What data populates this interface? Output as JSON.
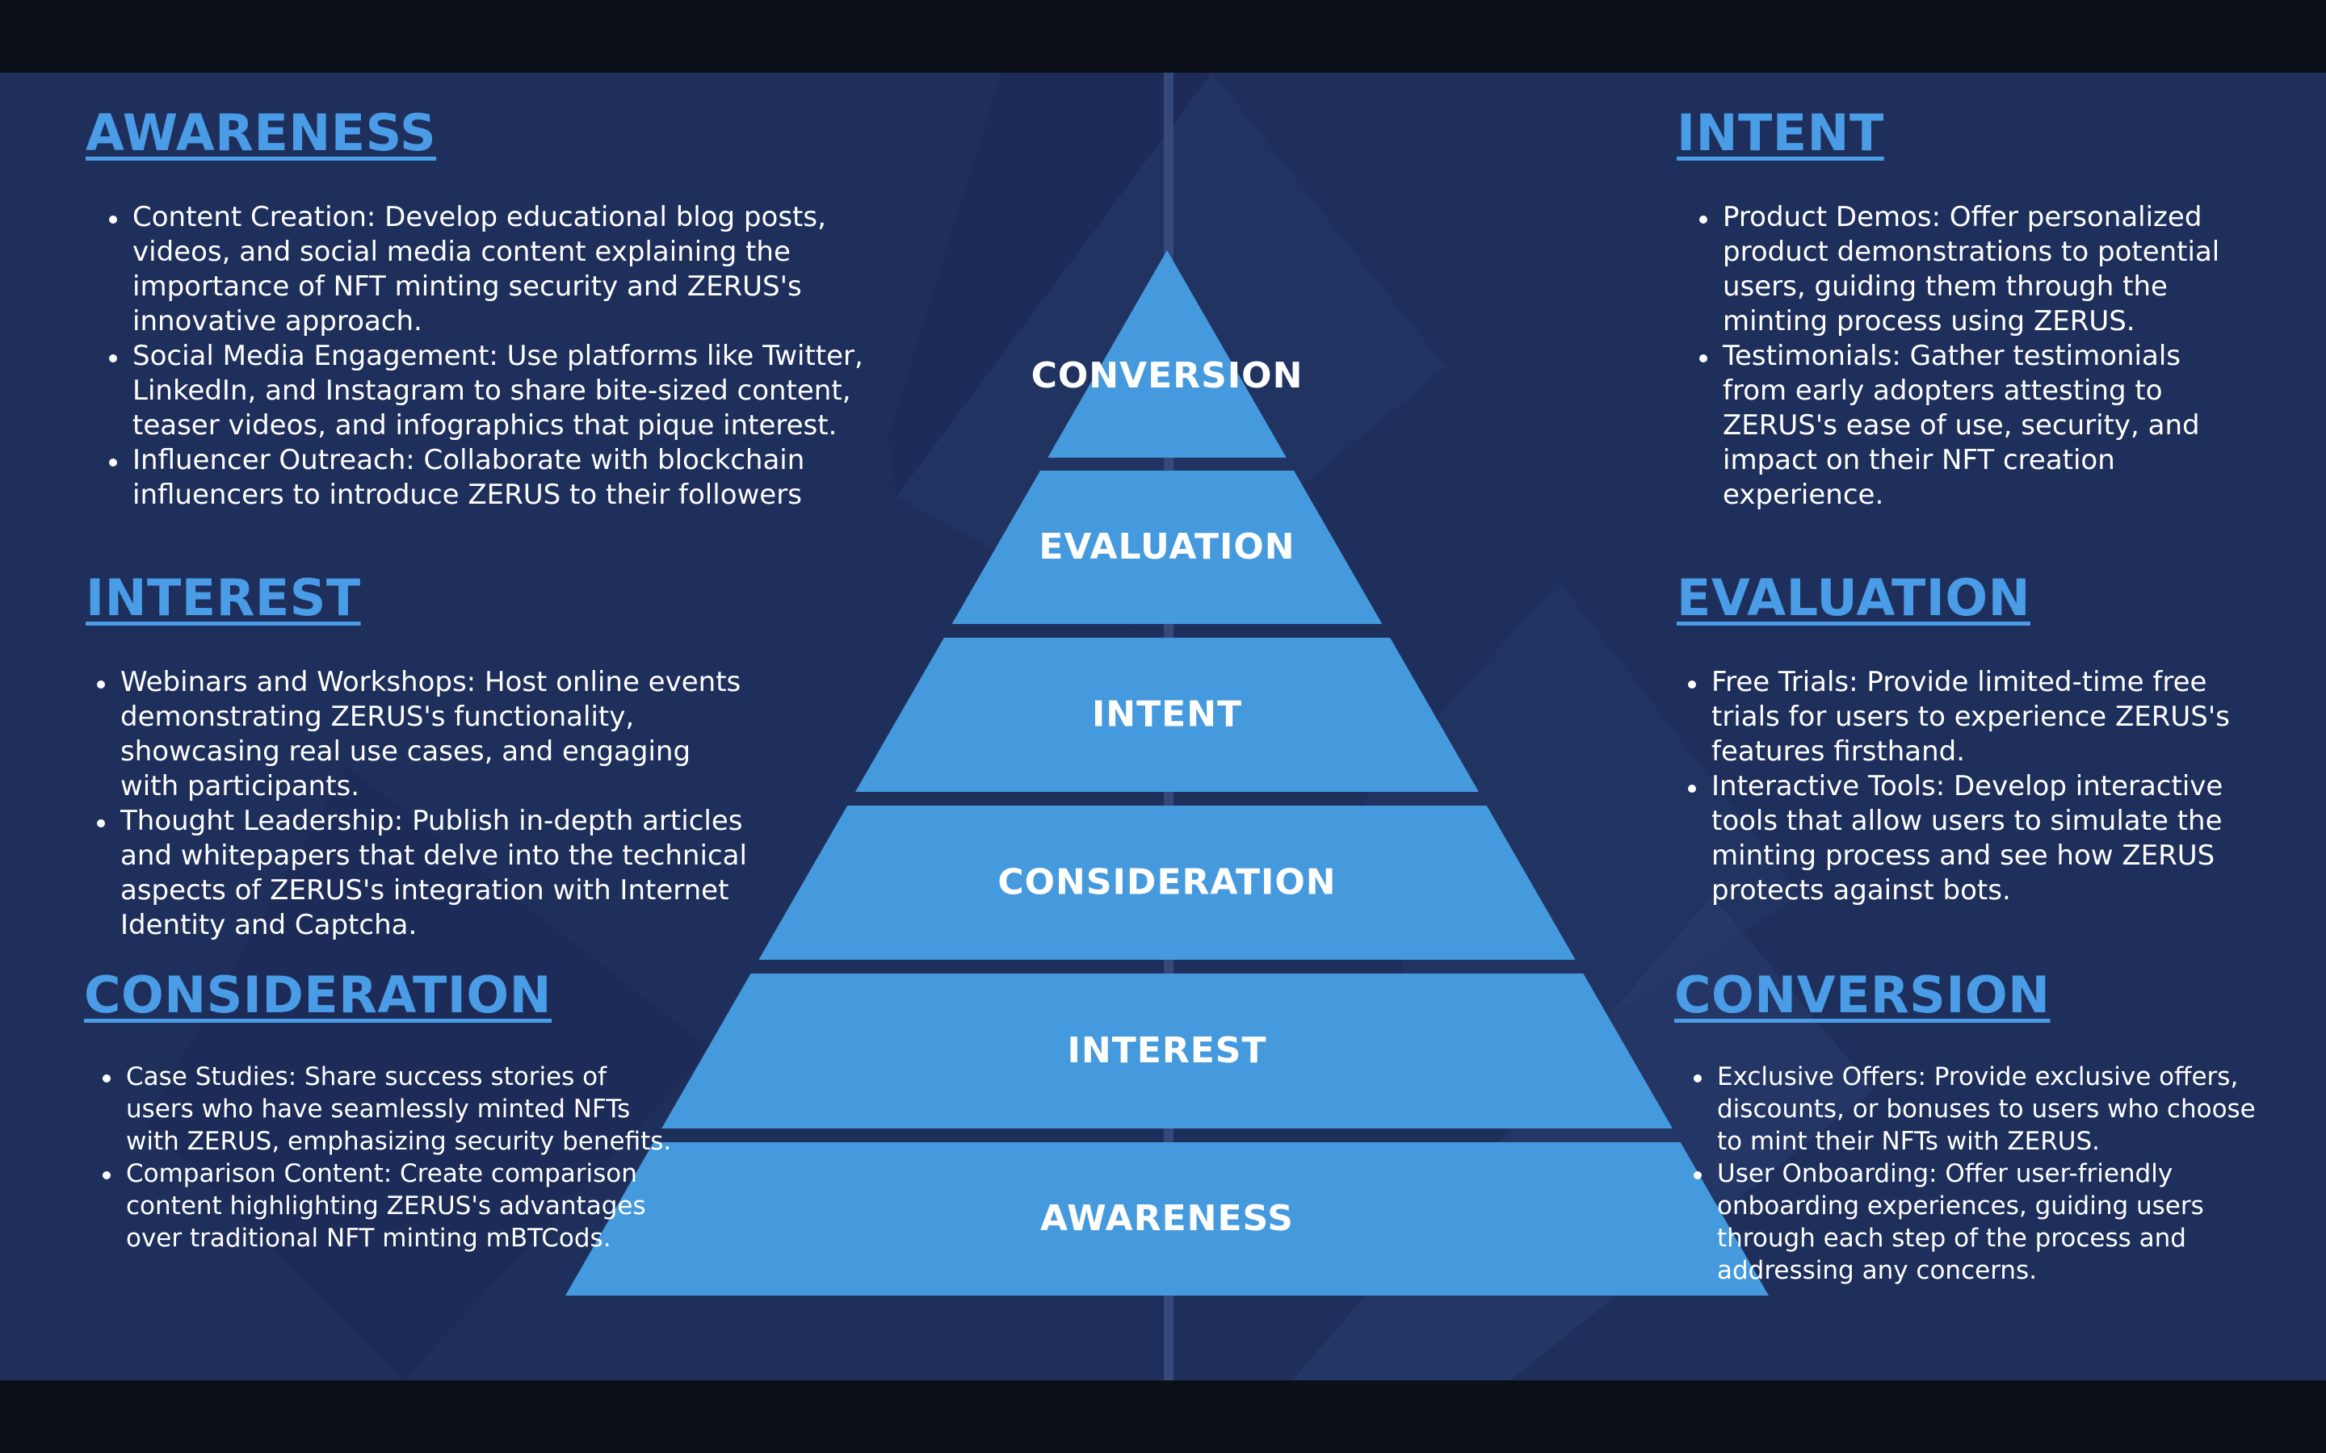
{
  "left_sections": [
    {
      "title": "AWARENESS",
      "items": [
        "Content Creation: Develop educational blog posts,\nvideos, and social media content explaining the\nimportance of NFT minting security and ZERUS's\ninnovative approach.",
        "Social Media Engagement: Use platforms like Twitter,\nLinkedIn, and Instagram to share bite-sized content,\nteaser videos, and infographics that pique interest.",
        "Influencer Outreach: Collaborate with blockchain\ninfluencers to introduce ZERUS to their followers"
      ]
    },
    {
      "title": "INTEREST",
      "items": [
        "Webinars and Workshops: Host online events\ndemonstrating ZERUS's functionality,\nshowcasing real use cases, and engaging\nwith participants.",
        "Thought Leadership: Publish in-depth articles\nand whitepapers that delve into the technical\naspects of ZERUS's integration with Internet\nIdentity and Captcha."
      ]
    },
    {
      "title": "CONSIDERATION",
      "items": [
        "Case Studies: Share success stories of\nusers who have seamlessly minted NFTs\nwith ZERUS, emphasizing security benefits.",
        "Comparison Content: Create comparison\ncontent highlighting ZERUS's advantages\nover traditional NFT minting mBTCods."
      ]
    }
  ],
  "right_sections": [
    {
      "title": "INTENT",
      "items": [
        "Product Demos: Offer personalized\nproduct demonstrations to potential\nusers, guiding them through the\nminting process using ZERUS.",
        "Testimonials: Gather testimonials\nfrom early adopters attesting to\nZERUS's ease of use, security, and\nimpact on their NFT creation\nexperience."
      ]
    },
    {
      "title": "EVALUATION",
      "items": [
        "Free Trials: Provide limited-time free\ntrials for users to experience ZERUS's\nfeatures firsthand.",
        "Interactive Tools: Develop interactive\ntools that allow users to simulate the\nminting process and see how ZERUS\nprotects against bots."
      ]
    },
    {
      "title": "CONVERSION",
      "items": [
        "Exclusive Offers: Provide exclusive offers,\ndiscounts, or bonuses to users who choose\nto mint their NFTs with ZERUS.",
        "User Onboarding: Offer user-friendly\nonboarding experiences, guiding users\nthrough each step of the process and\naddressing any concerns."
      ]
    }
  ],
  "pyramid_levels": [
    "CONVERSION",
    "EVALUATION",
    "INTENT",
    "CONSIDERATION",
    "INTEREST",
    "AWARENESS"
  ],
  "colors": {
    "background": "#1e2f5c",
    "pyramid_fill": "#4599dd",
    "heading": "#4a9ce6",
    "letterbox": "#0b0f17"
  }
}
